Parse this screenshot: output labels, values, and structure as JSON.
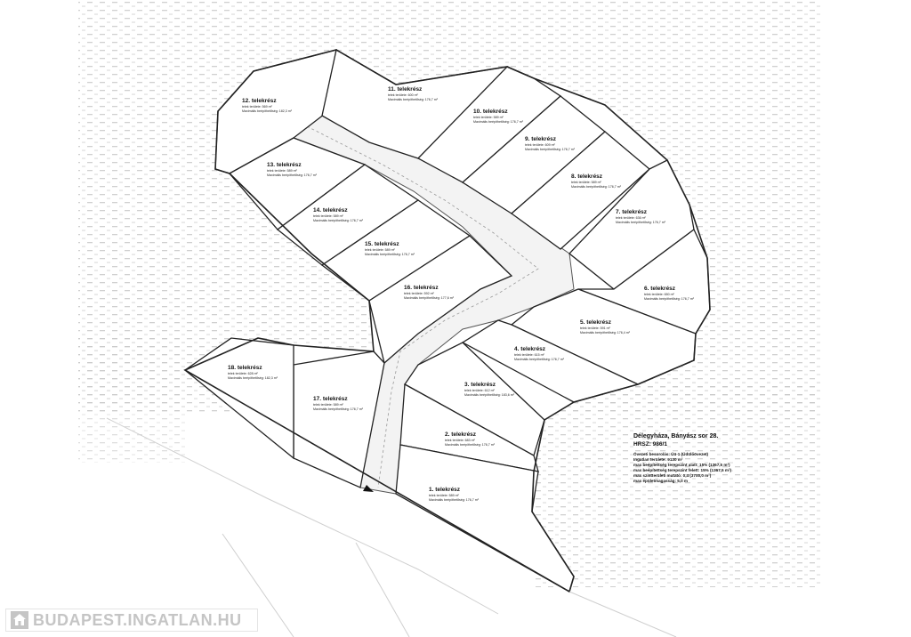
{
  "plots": [
    {
      "title": "1. telekrész",
      "area": "telek területe: 589 m²",
      "built": "Maximális beépíthetőség: 176,7 m²"
    },
    {
      "title": "2. telekrész",
      "area": "telek területe: 683 m²",
      "built": "Maximális beépíthetőség: 176,7 m²"
    },
    {
      "title": "3. telekrész",
      "area": "telek területe: 612 m²",
      "built": "Maximális beépíthetőség: 183,6 m²"
    },
    {
      "title": "4. telekrész",
      "area": "telek területe: 615 m²",
      "built": "Maximális beépíthetőség: 176,7 m²"
    },
    {
      "title": "5. telekrész",
      "area": "telek területe: 591 m²",
      "built": "Maximális beépíthetőség: 176,4 m²"
    },
    {
      "title": "6. telekrész",
      "area": "telek területe: 650 m²",
      "built": "Maximális beépíthetőség: 176,7 m²"
    },
    {
      "title": "7. telekrész",
      "area": "telek területe: 636 m²",
      "built": "Maximális beépíthetőség: 176,7 m²"
    },
    {
      "title": "8. telekrész",
      "area": "telek területe: 589 m²",
      "built": "Maximális beépíthetőség: 176,7 m²"
    },
    {
      "title": "9. telekrész",
      "area": "telek területe: 609 m²",
      "built": "Maximális beépíthetőség: 176,7 m²"
    },
    {
      "title": "10. telekrész",
      "area": "telek területe: 589 m²",
      "built": "Maximális beépíthetőség: 176,7 m²"
    },
    {
      "title": "11. telekrész",
      "area": "telek területe: 600 m²",
      "built": "Maximális beépíthetőség: 176,7 m²"
    },
    {
      "title": "12. telekrész",
      "area": "telek területe: 569 m²",
      "built": "Maximális beépíthetőség: 182,3 m²"
    },
    {
      "title": "13. telekrész",
      "area": "telek területe: 589 m²",
      "built": "Maximális beépíthetőség: 176,7 m²"
    },
    {
      "title": "14. telekrész",
      "area": "telek területe: 589 m²",
      "built": "Maximális beépíthetőség: 176,7 m²"
    },
    {
      "title": "15. telekrész",
      "area": "telek területe: 589 m²",
      "built": "Maximális beépíthetőség: 176,7 m²"
    },
    {
      "title": "16. telekrész",
      "area": "telek területe: 592 m²",
      "built": "Maximális beépíthetőség: 177,6 m²"
    },
    {
      "title": "17. telekrész",
      "area": "telek területe: 589 m²",
      "built": "Maximális beépíthetőség: 176,7 m²"
    },
    {
      "title": "18. telekrész",
      "area": "telek területe: 628 m²",
      "built": "Maximális beépíthetőség: 182,3 m²"
    }
  ],
  "info": {
    "address": "Délegyháza, Bányász sor 28.",
    "hrsz": "HRSZ: 986/1",
    "rows": [
      "Övezeti besorolás: Üü-1 (Üdülőövezet)",
      "Ingatlan területe: 9130 m²",
      "max beépítettség terepszint alatt: 15% (1367,5 m²)",
      "max beépítettség terepszint felett: 15% (1367,5 m²)",
      "max szintterületi mutató: 0,4 (3700,0 m²)",
      "max épületmagasság: 5,0 m"
    ]
  },
  "watermark": {
    "text": "BUDAPEST.INGATLAN.HU",
    "icon": "house-logo-icon",
    "color": "#c5c5c5"
  },
  "colors": {
    "lines": "#222222",
    "road": "#f3f3f3"
  }
}
